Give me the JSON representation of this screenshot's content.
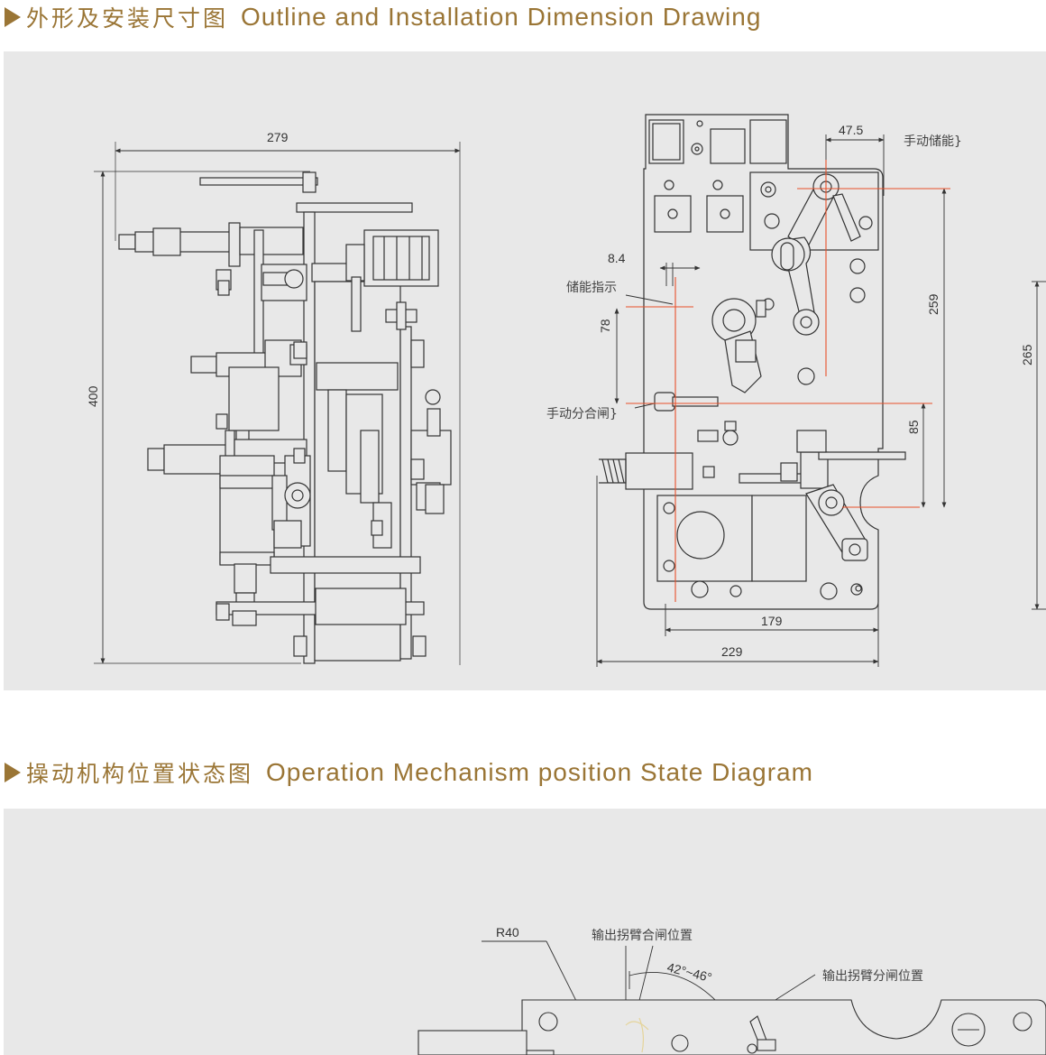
{
  "section1": {
    "title_zh": "外形及安装尺寸图",
    "title_en": "Outline and Installation Dimension Drawing"
  },
  "side_view": {
    "dim_width": "279",
    "dim_height": "400"
  },
  "front_view": {
    "dim_47_5": "47.5",
    "label_manual_charge": "手动储能}",
    "dim_8_4": "8.4",
    "label_charge_indicator": "储能指示",
    "dim_78": "78",
    "label_manual_open": "手动分合闸}",
    "dim_259": "259",
    "dim_85": "85",
    "dim_265": "265",
    "dim_179": "179",
    "dim_229": "229"
  },
  "section2": {
    "title_zh": "操动机构位置状态图",
    "title_en": "Operation Mechanism position State Diagram"
  },
  "state_view": {
    "dim_r40": "R40",
    "label_closed_position": "输出拐臂合闸位置",
    "label_open_position": "输出拐臂分闸位置",
    "angle_range": "42°~46°"
  },
  "colors": {
    "title": "#9a7535",
    "panel_bg": "#e8e8e8",
    "line": "#333333",
    "centerline": "#e8502a"
  }
}
